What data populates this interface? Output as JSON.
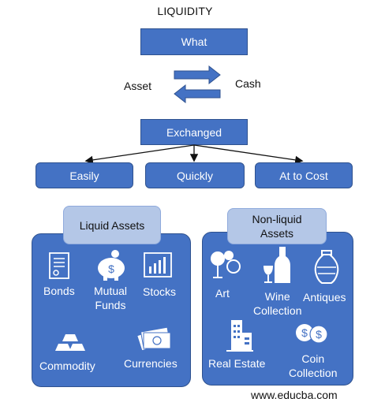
{
  "title": "LIQUIDITY",
  "what_box": "What",
  "left_label": "Asset",
  "right_label": "Cash",
  "exchanged_box": "Exchanged",
  "ways": [
    "Easily",
    "Quickly",
    "At to Cost"
  ],
  "liquid": {
    "heading": "Liquid Assets",
    "items": [
      {
        "label": "Bonds",
        "icon": "bond-document-icon"
      },
      {
        "label": "Mutual\nFunds",
        "icon": "piggy-bank-icon"
      },
      {
        "label": "Stocks",
        "icon": "bar-chart-icon"
      },
      {
        "label": "Commodity",
        "icon": "gold-bars-icon"
      },
      {
        "label": "Currencies",
        "icon": "banknotes-icon"
      }
    ]
  },
  "nonliquid": {
    "heading": "Non-liquid\nAssets",
    "items": [
      {
        "label": "Art",
        "icon": "art-sculpture-icon"
      },
      {
        "label": "Wine\nCollection",
        "icon": "wine-bottle-icon"
      },
      {
        "label": "Antiques",
        "icon": "vase-icon"
      },
      {
        "label": "Real Estate",
        "icon": "building-icon"
      },
      {
        "label": "Coin\nCollection",
        "icon": "coins-icon"
      }
    ]
  },
  "footer": "www.educba.com",
  "colors": {
    "box_fill": "#4472C4",
    "box_border": "#2F528F",
    "tag_fill": "#B4C7E7"
  }
}
